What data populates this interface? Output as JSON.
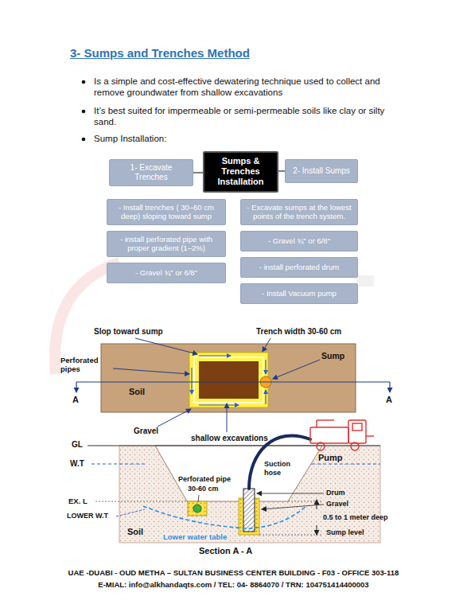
{
  "diagram": {
    "title": "3- Sumps and Trenches Method",
    "nodes": [
      {
        "text": [
          "Sumps & Trenches Installation"
        ]
      },
      {
        "text": [
          "1- Excavate Trenches"
        ]
      },
      {
        "text": [
          "- Install trenches ( 30–60 cm deep) sloping toward sump"
        ]
      },
      {
        "text": [
          "- install perforated pipe with proper gradient (1–2%)"
        ]
      },
      {
        "text": [
          "- Gravel ¾\" or 6/8\""
        ]
      },
      {
        "text": [
          "2- Install Sumps"
        ]
      },
      {
        "text": [
          "- Excavate sumps at the lowest points of the trench system."
        ]
      },
      {
        "text": [
          "- Gravel ¾\" or 6/8\""
        ]
      },
      {
        "text": [
          "- install perforated drum"
        ]
      },
      {
        "text": [
          "- Install Vacuum pump"
        ]
      }
    ],
    "edges": [
      {
        "from": 0,
        "to": 1,
        "arrow": "none"
      },
      {
        "from": 0,
        "to": 5,
        "arrow": "none"
      }
    ],
    "labels": [
      "Is a simple and cost-effective dewatering technique used to collect and remove groundwater from shallow excavations",
      "It’s best suited for impermeable or semi-permeable soils like clay or silty sand.",
      "Sump Installation:",
      "Slop toward sump",
      "Trench width 30-60 cm",
      "Perforated pipes",
      "Soil",
      "Sump",
      "A",
      "A",
      "Gravel",
      "shallow excavations",
      "GL",
      "W.T",
      "EX. L",
      "LOWER W.T",
      "Perforated pipe",
      "30-60 cm",
      "Suction hose",
      "Pump",
      "Drum",
      "Gravel",
      "0.5 to 1 meter deep",
      "Sump level",
      "Soil",
      "Lower water table",
      "Section A - A",
      "UAE -DUABI - OUD METHA – SULTAN BUSINESS CENTER BUILDING - F03 - OFFICE 303-118",
      "E-MIAL: info@alkhandaqts.com  /  TEL: 04- 8864070  /  TRN: 104751414400003"
    ]
  }
}
